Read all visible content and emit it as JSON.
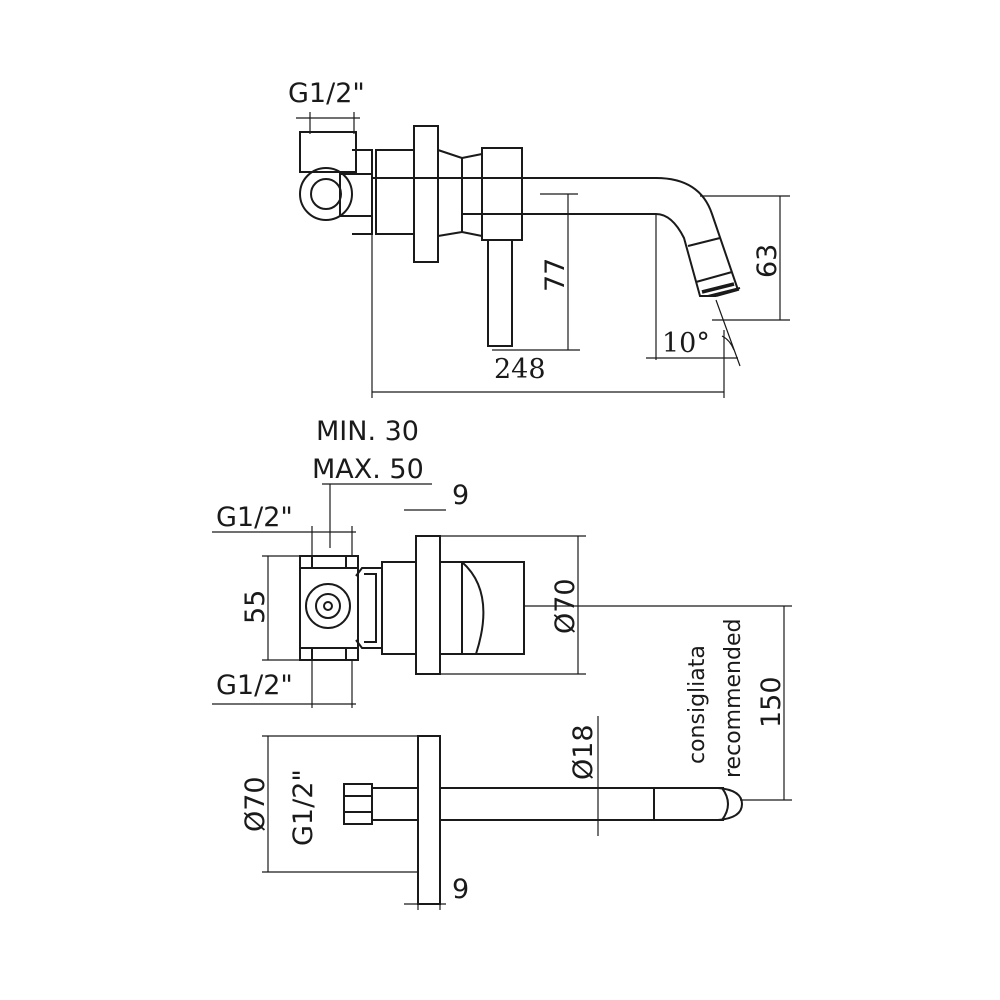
{
  "views": {
    "side": {
      "thread": "G1/2\"",
      "dim_height_77": "77",
      "dim_length_248": "248",
      "dim_spout_63": "63",
      "dim_angle": "10°"
    },
    "top": {
      "wall_depth_min": "MIN. 30",
      "wall_depth_max": "MAX. 50",
      "thread_top": "G1/2\"",
      "thread_bottom": "G1/2\"",
      "dim_9": "9",
      "dim_55": "55",
      "dim_dia70": "Ø70",
      "dim_150": "150",
      "note_it": "consigliata",
      "note_en": "recommended"
    },
    "spout": {
      "dim_dia70": "Ø70",
      "thread": "G1/2\"",
      "dim_dia18": "Ø18",
      "dim_9": "9"
    }
  }
}
